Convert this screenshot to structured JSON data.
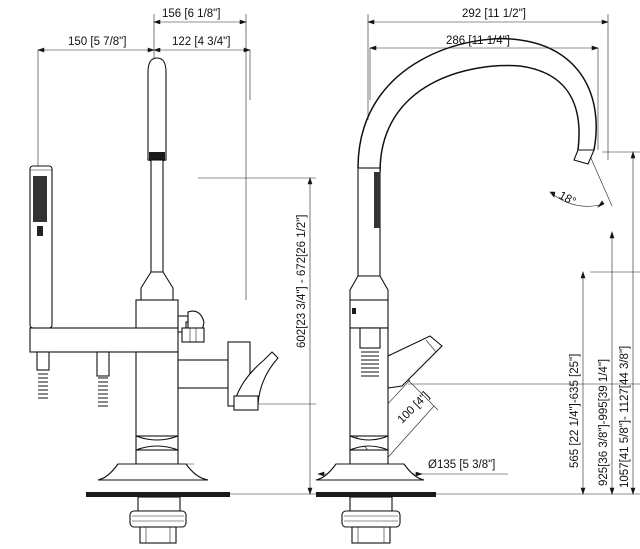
{
  "dimensions": {
    "left_width_150": "150 [5 7/8\"]",
    "left_reach_156": "156 [6 1/8\"]",
    "left_reach_122": "122 [4 3/4\"]",
    "right_width_292": "292 [11 1/2\"]",
    "right_width_286": "286 [11 1/4\"]",
    "height_602_672": "602[23 3/4\"] - 672[26 1/2\"]",
    "angle_18": "18°",
    "lever_100": "100 [4\"]",
    "height_565_635": "565 [22 1/4\"]-635 [25\"]",
    "height_925_995": "925[36 3/8\"]-995[39 1/4\"]",
    "height_1057_1127": "1057[41 5/8\"]- 1127[44 3/8\"]",
    "diameter_135": "Ø135 [5 3/8\"]"
  },
  "colors": {
    "line": "#111111",
    "background": "#ffffff"
  }
}
